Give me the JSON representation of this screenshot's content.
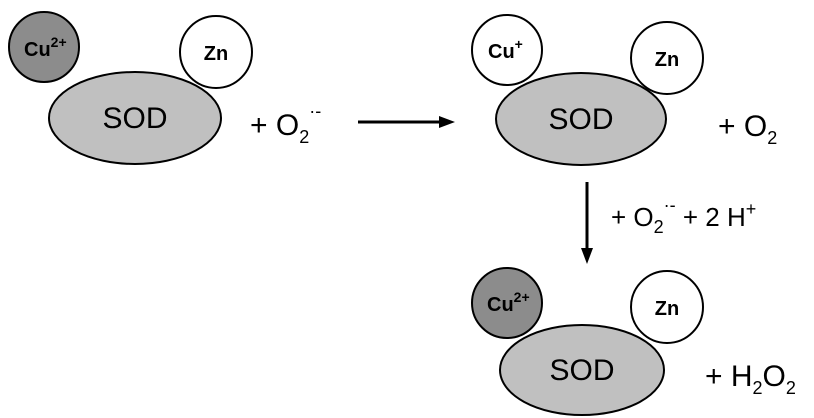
{
  "enzyme": {
    "name": "SOD",
    "cu_oxidized": "Cu",
    "cu_oxidized_charge": "2+",
    "cu_reduced": "Cu",
    "cu_reduced_charge": "+",
    "zn": "Zn"
  },
  "step1": {
    "reactant": "+ O",
    "reactant_sub": "2",
    "reactant_sup": "·-",
    "product": "+ O",
    "product_sub": "2"
  },
  "step2": {
    "reactant_a": "+ O",
    "reactant_a_sub": "2",
    "reactant_a_sup": "·-",
    "reactant_b": " + 2 H",
    "reactant_b_sup": "+",
    "product_a": "+ H",
    "product_a_sub": "2",
    "product_b": "O",
    "product_b_sub": "2"
  },
  "colors": {
    "sod_fill": "#c0c0c0",
    "cu_oxidized_fill": "#8c8c8c",
    "cu_reduced_fill": "#ffffff",
    "zn_fill": "#ffffff",
    "stroke": "#000000"
  }
}
